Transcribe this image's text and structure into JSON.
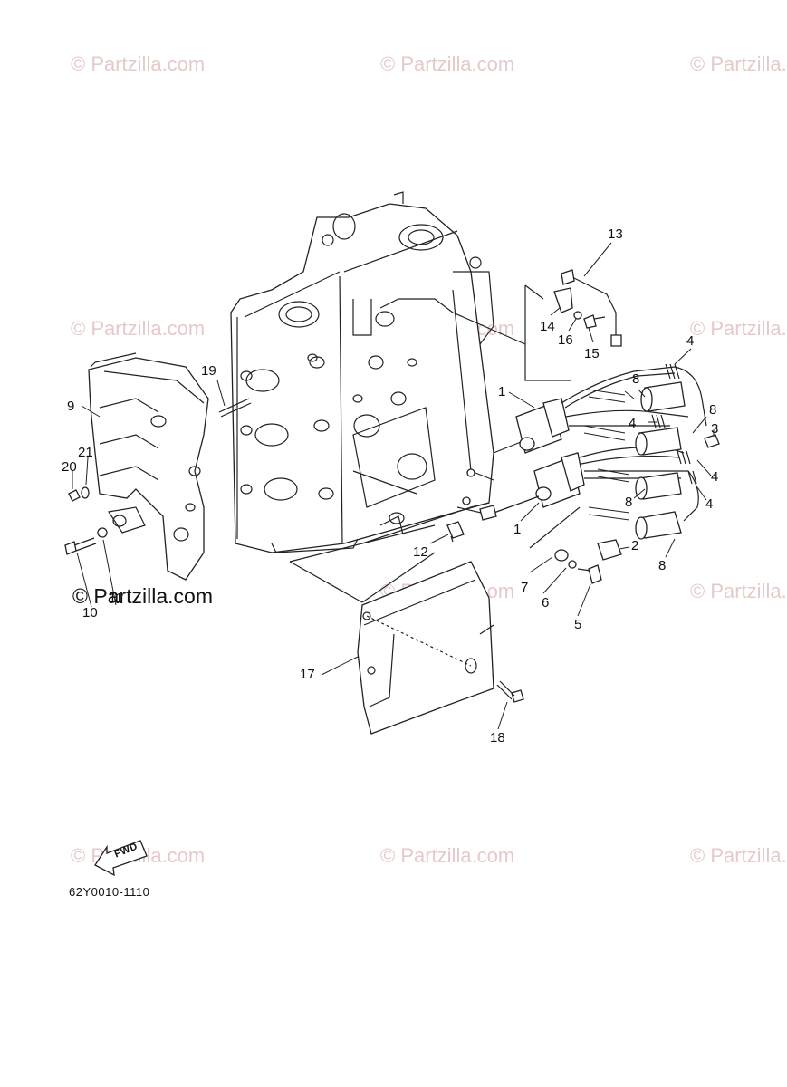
{
  "watermarks": {
    "text": "© Partzilla.com",
    "prominent": "© Partzilla.com"
  },
  "callouts": {
    "c1a": "1",
    "c1b": "1",
    "c2": "2",
    "c3": "3",
    "c4a": "4",
    "c4b": "4",
    "c4c": "4",
    "c4d": "4",
    "c5": "5",
    "c6": "6",
    "c7": "7",
    "c8a": "8",
    "c8b": "8",
    "c8c": "8",
    "c8d": "8",
    "c9": "9",
    "c10": "10",
    "c11": "11",
    "c12": "12",
    "c13": "13",
    "c14": "14",
    "c15": "15",
    "c16": "16",
    "c17": "17",
    "c18": "18",
    "c19": "19",
    "c20": "20",
    "c21": "21"
  },
  "fwd_label": "FWD",
  "diagram_code": "62Y0010-1110"
}
